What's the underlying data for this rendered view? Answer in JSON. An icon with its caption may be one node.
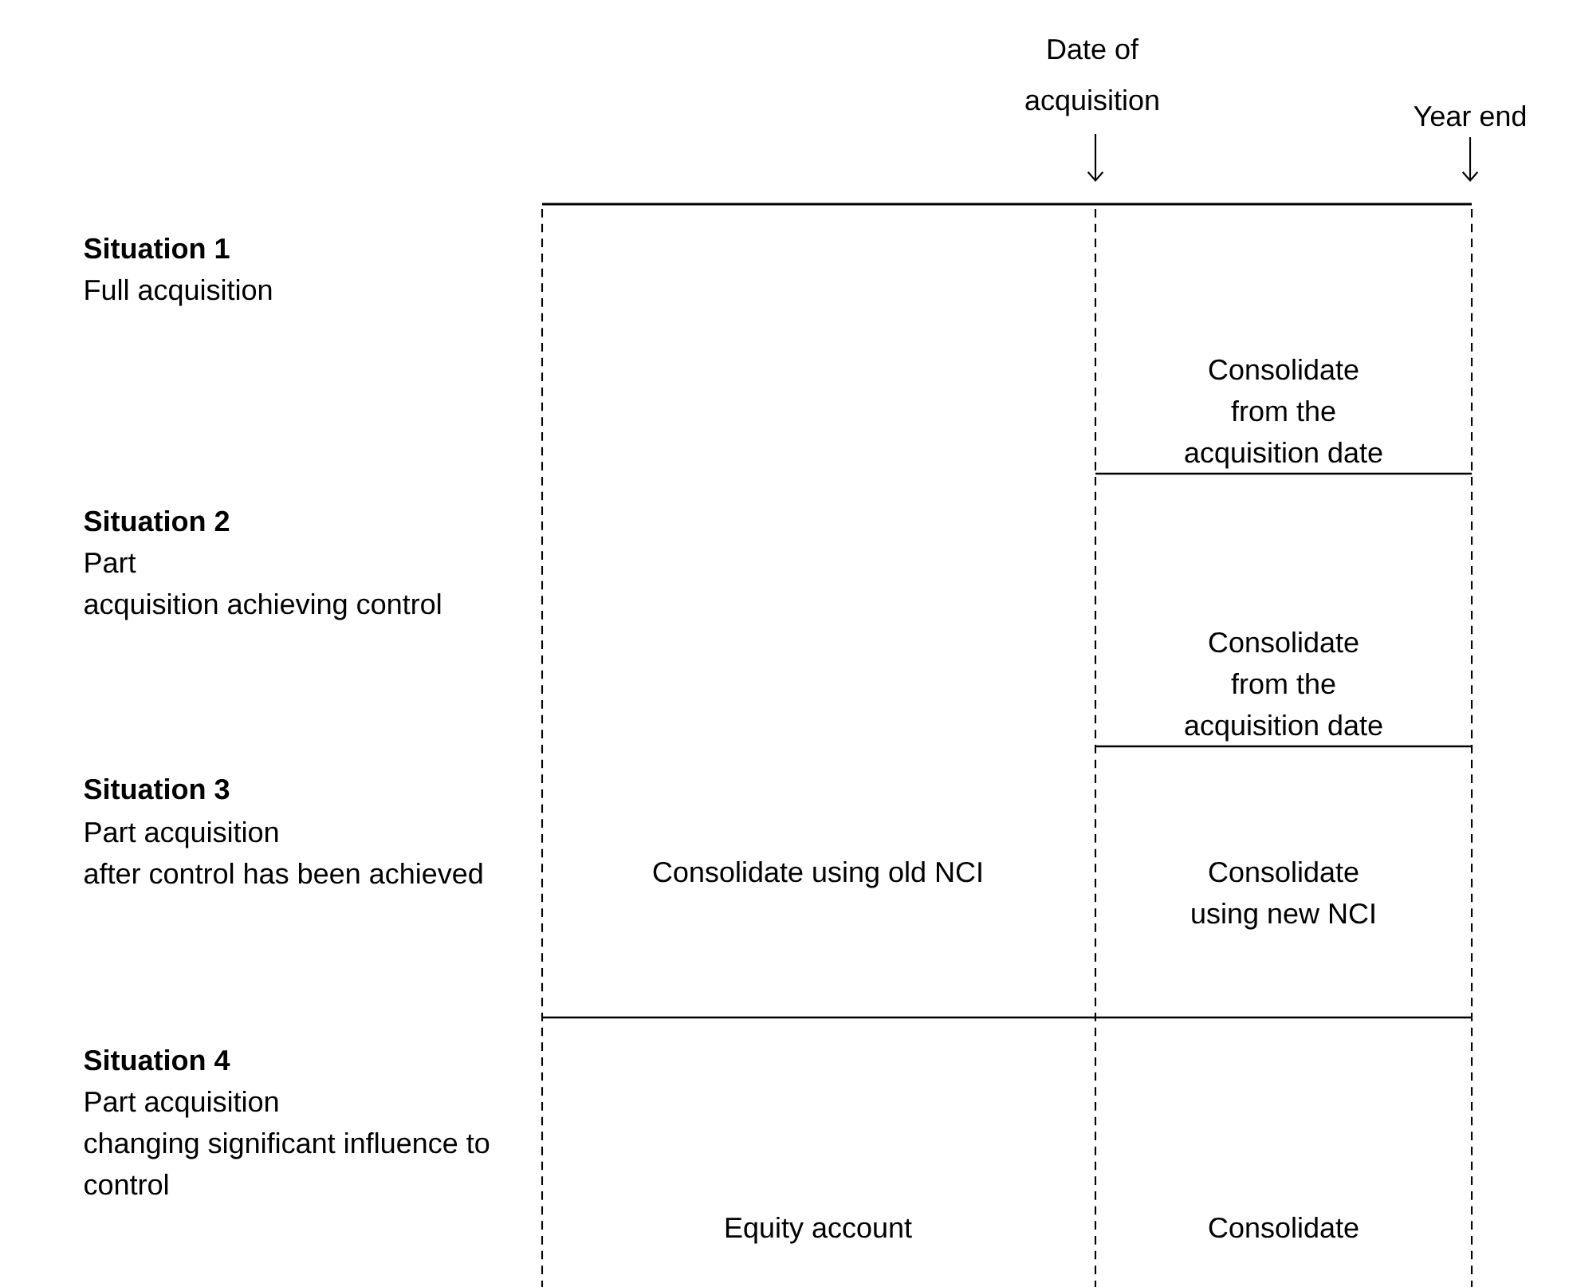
{
  "diagram": {
    "labels": [
      "Date of acquisition",
      "Year end",
      "Situation 1",
      "Full acquisition",
      "Consolidate from the acquisition date",
      "Situation 2",
      "Part acquisition achieving control",
      "Consolidate from the acquisition date",
      "Situation 3",
      "Part acquisition after control has been achieved",
      "Consolidate using old NCI",
      "Consolidate using new NCI",
      "Situation 4",
      "Part acquisition changing significant influence to control",
      "Equity account",
      "Consolidate"
    ]
  }
}
